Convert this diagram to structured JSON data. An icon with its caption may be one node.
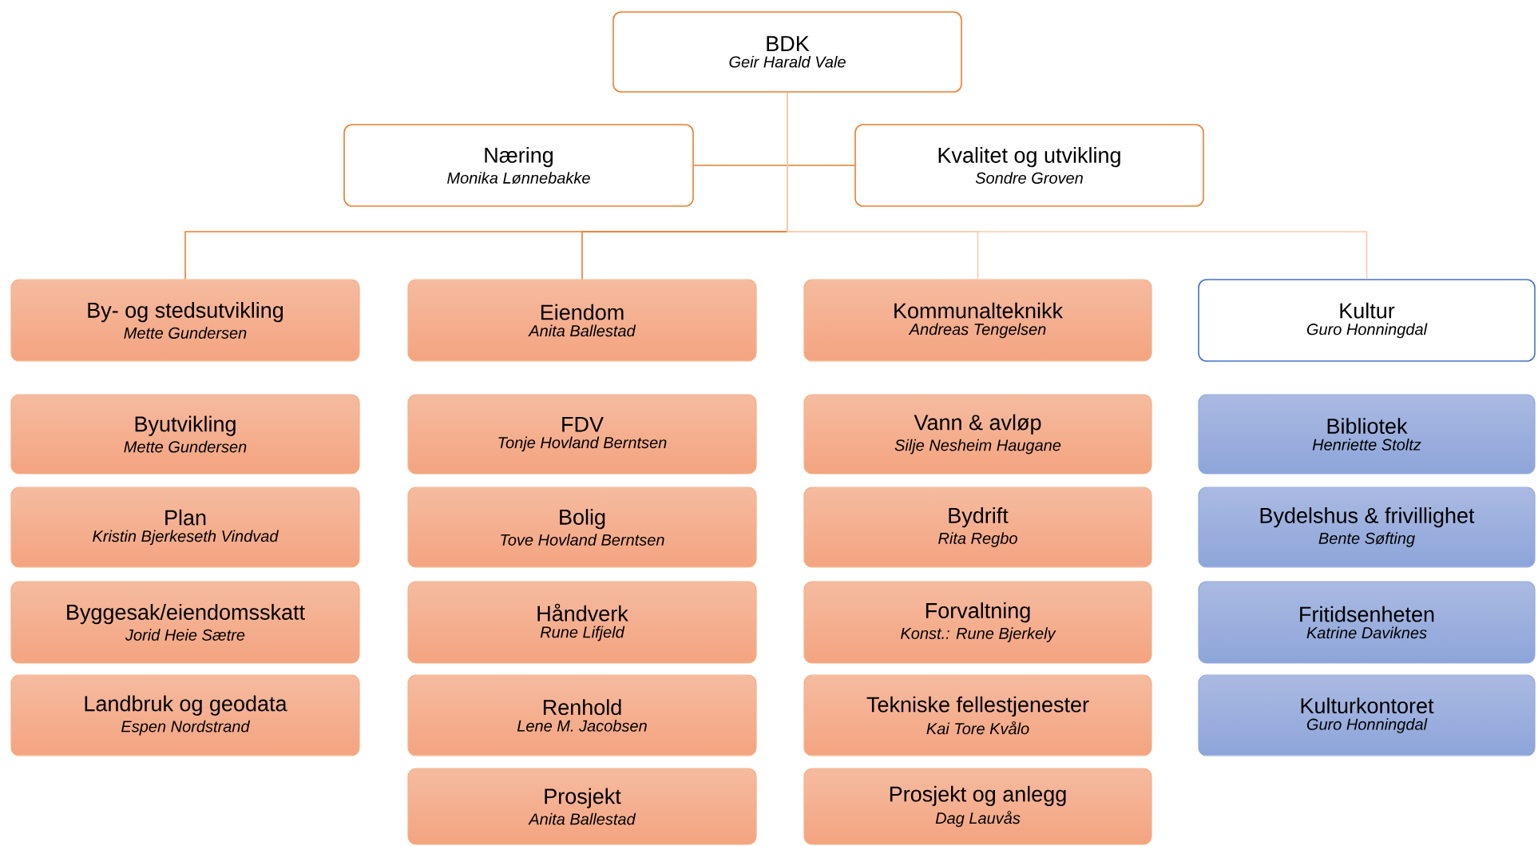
{
  "diagram": {
    "nodes": [
      {
        "text": [
          "BDK",
          "Geir Harald Vale"
        ]
      },
      {
        "text": [
          "Næring",
          "Monika Lønnebakke"
        ]
      },
      {
        "text": [
          "Kvalitet og utvikling",
          "Sondre Groven"
        ]
      },
      {
        "text": [
          "By- og stedsutvikling",
          "Mette Gundersen"
        ]
      },
      {
        "text": [
          "Eiendom",
          "Anita Ballestad"
        ]
      },
      {
        "text": [
          "Kommunalteknikk",
          "Andreas Tengelsen"
        ]
      },
      {
        "text": [
          "Kultur",
          "Guro Honningdal"
        ]
      },
      {
        "text": [
          "Byutvikling",
          "Mette Gundersen"
        ]
      },
      {
        "text": [
          "Plan",
          "Kristin Bjerkeseth Vindvad"
        ]
      },
      {
        "text": [
          "Byggesak/eiendomsskatt",
          "Jorid Heie Sætre"
        ]
      },
      {
        "text": [
          "Landbruk og geodata",
          "Espen Nordstrand"
        ]
      },
      {
        "text": [
          "FDV",
          "Tonje Hovland Berntsen"
        ]
      },
      {
        "text": [
          "Bolig",
          "Tove Hovland Berntsen"
        ]
      },
      {
        "text": [
          "Håndverk",
          "Rune Lifjeld"
        ]
      },
      {
        "text": [
          "Renhold",
          "Lene M. Jacobsen"
        ]
      },
      {
        "text": [
          "Prosjekt",
          "Anita Ballestad"
        ]
      },
      {
        "text": [
          "Vann & avløp",
          "Silje Nesheim Haugane"
        ]
      },
      {
        "text": [
          "Bydrift",
          "Rita Regbo"
        ]
      },
      {
        "text": [
          "Forvaltning",
          "Konst.: Rune Bjerkely"
        ]
      },
      {
        "text": [
          "Tekniske fellestjenester",
          "Kai Tore Kvålo"
        ]
      },
      {
        "text": [
          "Prosjekt og anlegg",
          "Dag Lauvås"
        ]
      },
      {
        "text": [
          "Bibliotek",
          "Henriette Stoltz"
        ]
      },
      {
        "text": [
          "Bydelshus & frivillighet",
          "Bente Søfting"
        ]
      },
      {
        "text": [
          "Fritidsenheten",
          "Katrine Daviknes"
        ]
      },
      {
        "text": [
          "Kulturkontoret",
          "Guro Honningdal"
        ]
      }
    ],
    "edges": [
      {
        "from": 0,
        "to": 1,
        "arrow": "none"
      },
      {
        "from": 0,
        "to": 2,
        "arrow": "none"
      },
      {
        "from": 0,
        "to": 3,
        "arrow": "none"
      },
      {
        "from": 0,
        "to": 4,
        "arrow": "none"
      },
      {
        "from": 0,
        "to": 5,
        "arrow": "none",
        "color": "#f8cbad"
      },
      {
        "from": 0,
        "to": 6,
        "arrow": "none",
        "color": "#f8cbad"
      }
    ]
  }
}
